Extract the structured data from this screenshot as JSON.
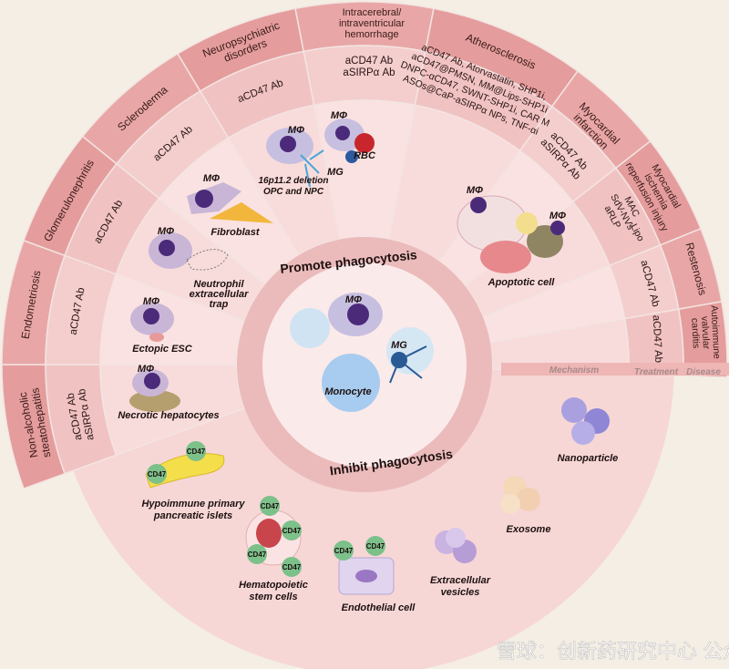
{
  "diseases": {
    "nash": [
      "Non-alcoholic",
      "steatohepatitis"
    ],
    "endometriosis": "Endometriosis",
    "glomerulonephritis": "Glomerulonephritis",
    "scleroderma": "Scleroderma",
    "neuropsychiatric": [
      "Neuropsychiatric",
      "disorders"
    ],
    "hemorrhage": [
      "Intracerebral/",
      "intraventricular",
      "hemorrhage"
    ],
    "atherosclerosis": "Atherosclerosis",
    "mi": [
      "Myocardial",
      "infarction"
    ],
    "miri": [
      "Myocardial",
      "ischemia",
      "reperfusion injury"
    ],
    "restenosis": "Restenosis",
    "autoimmune": [
      "Autoimmune",
      "valvular",
      "carditis"
    ]
  },
  "treatments": {
    "nash": [
      "aCD47 Ab",
      "aSIRPα Ab"
    ],
    "endometriosis": "aCD47 Ab",
    "glomerulonephritis": "aCD47 Ab",
    "scleroderma": "aCD47 Ab",
    "neuropsychiatric": "aCD47 Ab",
    "hemorrhage": [
      "aCD47 Ab",
      "aSIRPα Ab"
    ],
    "atherosclerosis": [
      "aCD47 Ab, Atorvastatin, SHP1i,",
      "aCD47@PMSN, MM@Lips-SHP1i",
      "DNPC-αCD47, SWNT-SHP1i, CAR M",
      "ASOs@CaP-aSIRPα NPs, TNF-αi"
    ],
    "mi": [
      "aCD47 Ab",
      "aSIRPα Ab"
    ],
    "miri": [
      "MAC",
      "SdV-NVs",
      "aRLP",
      "-Lipo"
    ],
    "restenosis": "aCD47 Ab",
    "autoimmune": "aCD47 Ab"
  },
  "mechanism": {
    "macrophage": "MΦ",
    "microglia": "MG",
    "fibroblast": "Fibroblast",
    "opc_npc": [
      "16p11.2 deletion",
      "OPC and NPC"
    ],
    "rbc": "RBC",
    "net": [
      "Neutrophil",
      "extracellular",
      "trap"
    ],
    "ectopic_esc": "Ectopic ESC",
    "necrotic": "Necrotic hepatocytes",
    "apoptotic": "Apoptotic cell",
    "promote": "Promote  phagocytosis",
    "monocyte": "Monocyte",
    "inhibit": "Inhibit phagocytosis",
    "islets": [
      "Hypoimmune primary",
      "pancreatic islets"
    ],
    "hsc": [
      "Hematopoietic",
      "stem cells"
    ],
    "endothelial": "Endothelial cell",
    "ev": [
      "Extracellular",
      "vesicles"
    ],
    "exosome": "Exosome",
    "nanoparticle": "Nanoparticle",
    "cd47": "CD47"
  },
  "legend": {
    "mechanism": "Mechanism",
    "treatment": "Treatment",
    "disease": "Disease"
  },
  "watermark": "雪球：创新药研究中心  公众号·头孢大陆",
  "colors": {
    "disease": "#e49d9c",
    "treatment": "#f0c3c2",
    "mechanism": "#f8dcdb",
    "center": "#fbeaea",
    "macrophage_nucleus": "#4b2a7a"
  }
}
